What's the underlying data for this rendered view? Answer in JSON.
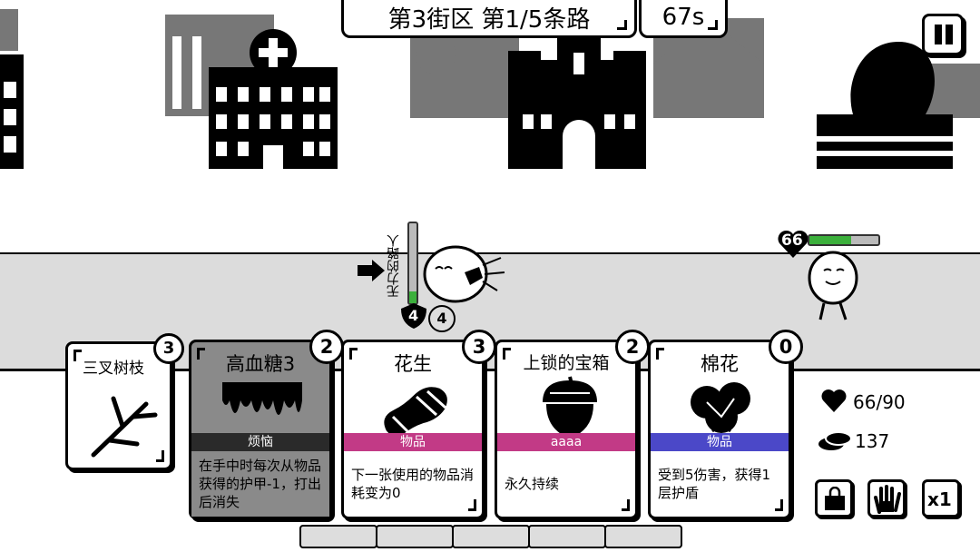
{
  "header": {
    "district": "第3街区 第1/5条路",
    "timer": "67s"
  },
  "player": {
    "name": "无力的路人",
    "shield": "4",
    "hp_fill": 0.15
  },
  "enemy": {
    "hp": "66",
    "hp_fraction": 0.6
  },
  "cards": [
    {
      "cost": "3",
      "title": "三叉树枝",
      "tag": "",
      "desc": ""
    },
    {
      "cost": "2",
      "title": "高血糖3",
      "tag": "烦恼",
      "tag_color": "#2a2a2a",
      "desc": "在手中时每次从物品获得的护甲-1，打出后消失"
    },
    {
      "cost": "3",
      "title": "花生",
      "tag": "物品",
      "tag_color": "#c23a86",
      "desc": "下一张使用的物品消耗变为0"
    },
    {
      "cost": "2",
      "title": "上锁的宝箱",
      "tag": "aaaa",
      "tag_color": "#c23a86",
      "desc": "永久持续"
    },
    {
      "cost": "0",
      "title": "棉花",
      "tag": "物品",
      "tag_color": "#4b48c8",
      "desc": "受到5伤害，获得1层护盾"
    }
  ],
  "stats": {
    "hp": "66/90",
    "coins": "137"
  },
  "controls": {
    "speed": "x1"
  },
  "icons": [
    "pause-icon",
    "heart-icon",
    "coins-icon",
    "bag-icon",
    "hand-icon",
    "arrow-right-icon",
    "shield-icon"
  ]
}
